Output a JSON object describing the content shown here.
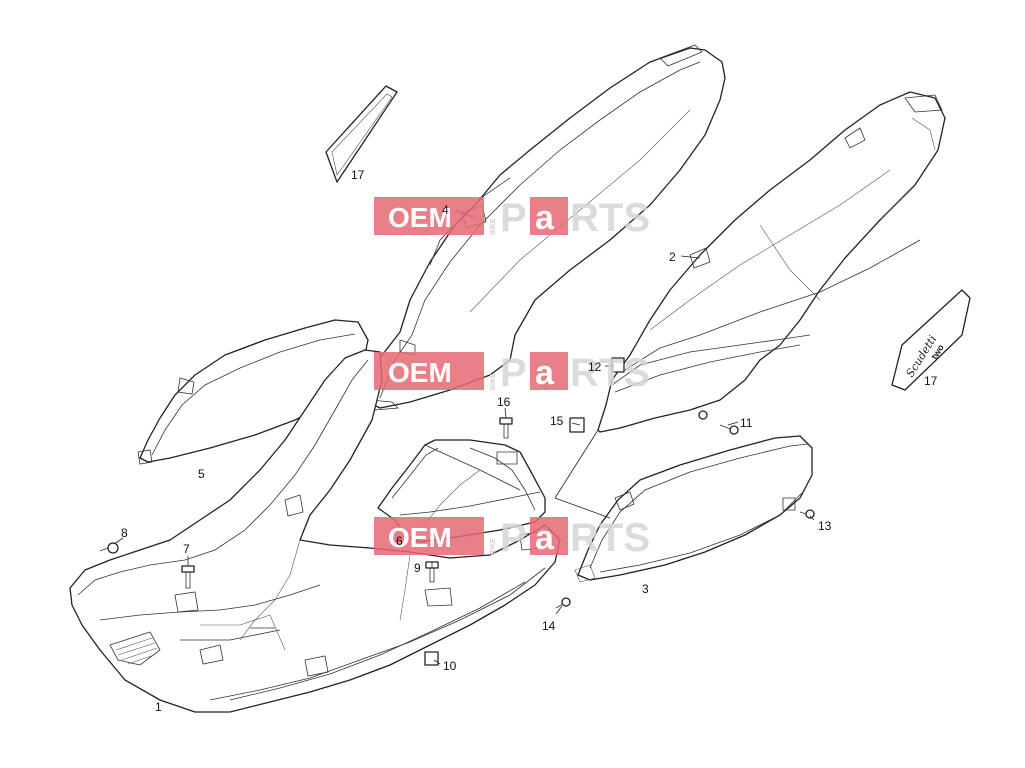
{
  "callouts": [
    "1",
    "2",
    "3",
    "4",
    "5",
    "6",
    "7",
    "8",
    "9",
    "10",
    "11",
    "12",
    "13",
    "14",
    "15",
    "16",
    "17",
    "17"
  ],
  "watermark": {
    "part1": "OEM",
    "part2": "BIKE",
    "part3": "P",
    "part4": "a",
    "part5": "RTS"
  },
  "decal_text": {
    "line1": "Scudetti",
    "line2": "two"
  },
  "colors": {
    "watermark_red": "#e56a73",
    "watermark_gray": "#d5d5d5",
    "line": "#222222"
  }
}
